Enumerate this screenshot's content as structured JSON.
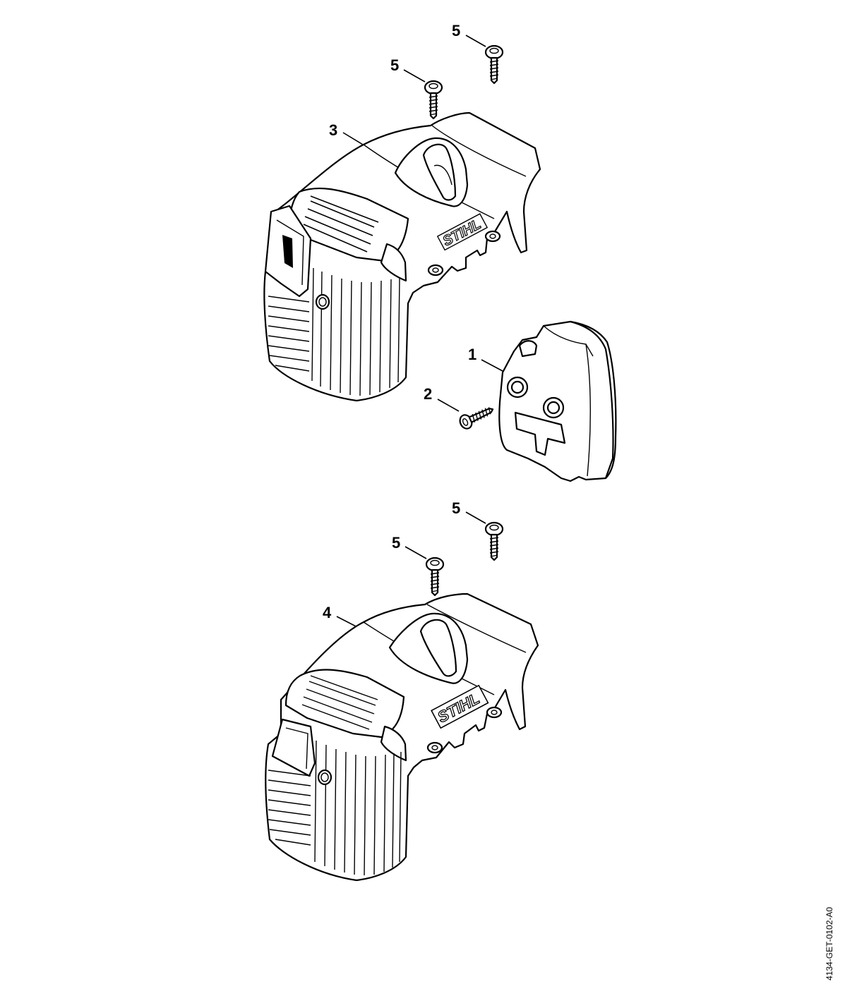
{
  "callouts": [
    {
      "id": "c1",
      "label": "1"
    },
    {
      "id": "c2",
      "label": "2"
    },
    {
      "id": "c3",
      "label": "3"
    },
    {
      "id": "c4",
      "label": "4"
    },
    {
      "id": "c5a",
      "label": "5"
    },
    {
      "id": "c5b",
      "label": "5"
    },
    {
      "id": "c5c",
      "label": "5"
    },
    {
      "id": "c5d",
      "label": "5"
    }
  ],
  "brand_logo": "STIHL",
  "document_ref": "4134-GET-0102-A0"
}
